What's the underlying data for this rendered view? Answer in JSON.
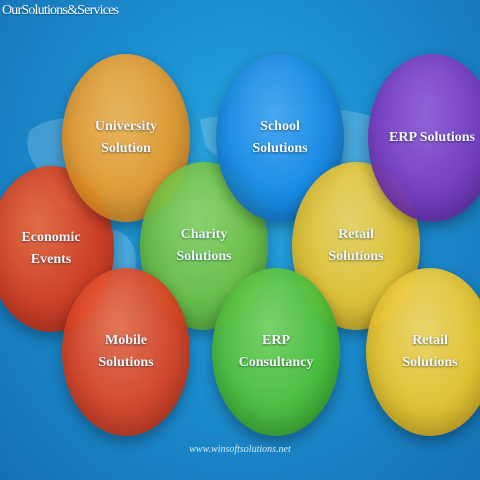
{
  "header": {
    "title": "OurSolutions&Services"
  },
  "bubbles": [
    {
      "label": "Economic\nEvents",
      "color": "#dd3a1a"
    },
    {
      "label": "University\nSolution",
      "color": "#ee9b2a"
    },
    {
      "label": "Charity\nSolutions",
      "color": "#6fc13c"
    },
    {
      "label": "School\nSolutions",
      "color": "#1a8be6"
    },
    {
      "label": "Retail\nSolutions",
      "color": "#ecc52a"
    },
    {
      "label": "ERP Solutions",
      "color": "#7a3bc0"
    },
    {
      "label": "Mobile\nSolutions",
      "color": "#e34322"
    },
    {
      "label": "ERP\nConsultancy",
      "color": "#4fc13a"
    },
    {
      "label": "Retail\nSolutions",
      "color": "#eec72c"
    }
  ],
  "footer": {
    "url": "www.winsoftsolutions.net"
  }
}
